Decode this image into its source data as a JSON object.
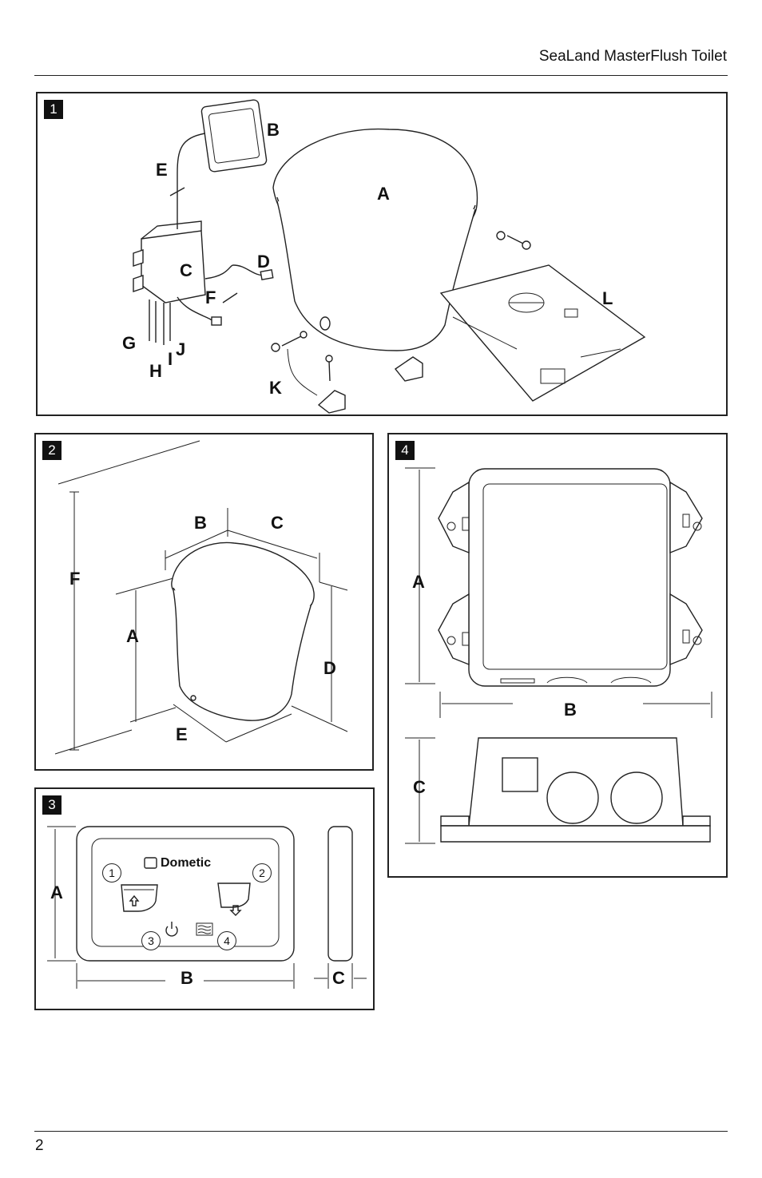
{
  "header": {
    "title": "SeaLand MasterFlush Toilet"
  },
  "footer": {
    "page_number": "2"
  },
  "figures": {
    "fig1": {
      "number": "1",
      "callouts": {
        "A": "A",
        "B": "B",
        "C": "C",
        "D": "D",
        "E": "E",
        "F": "F",
        "G": "G",
        "H": "H",
        "I": "I",
        "J": "J",
        "K": "K",
        "L": "L"
      }
    },
    "fig2": {
      "number": "2",
      "callouts": {
        "A": "A",
        "B": "B",
        "C": "C",
        "D": "D",
        "E": "E",
        "F": "F"
      }
    },
    "fig3": {
      "number": "3",
      "callouts": {
        "A": "A",
        "B": "B",
        "C": "C"
      },
      "brand": "Dometic",
      "buttons": [
        "1",
        "2",
        "3",
        "4"
      ]
    },
    "fig4": {
      "number": "4",
      "callouts": {
        "A": "A",
        "B": "B",
        "C": "C"
      }
    }
  }
}
